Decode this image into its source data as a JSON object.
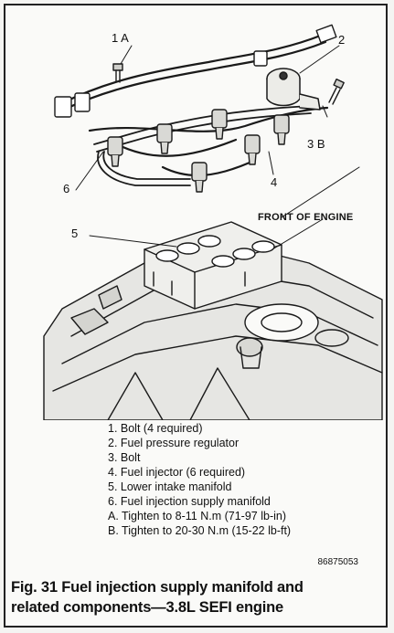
{
  "callouts": {
    "c1a": "1 A",
    "c2": "2",
    "c3b": "3 B",
    "c4": "4",
    "c5": "5",
    "c6": "6"
  },
  "front_label": "FRONT OF ENGINE",
  "legend": [
    "1. Bolt (4 required)",
    "2. Fuel pressure regulator",
    "3. Bolt",
    "4. Fuel injector (6 required)",
    "5. Lower intake manifold",
    "6. Fuel injection supply manifold",
    "A. Tighten to 8-11 N.m (71-97 lb-in)",
    "B. Tighten to 20-30 N.m (15-22 lb-ft)"
  ],
  "figure_id": "86875053",
  "caption": {
    "line1": "Fig. 31 Fuel injection supply manifold and",
    "line2": "related components—3.8L SEFI engine"
  }
}
